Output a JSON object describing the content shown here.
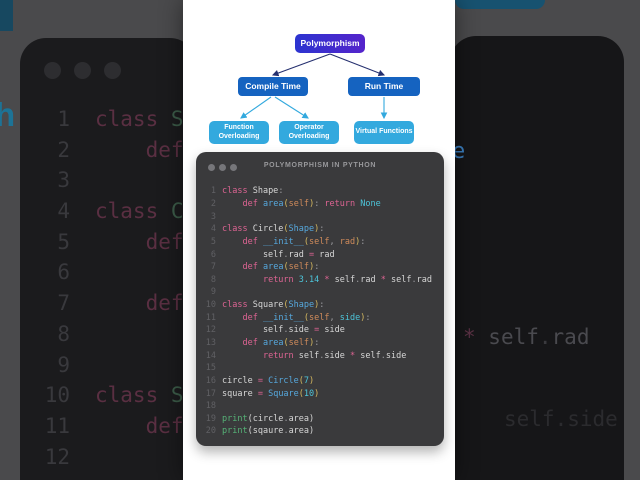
{
  "colors": {
    "kw": "#dd6493",
    "fn": "#56a8dd",
    "num": "#4dc4d9",
    "param": "#d08b5b",
    "paren": "#d5b85f",
    "plain": "#d6d6d6",
    "punct": "#9a9a9e",
    "builtin": "#56b377",
    "linenum": "#606064",
    "editor_bg": "#3a3a3c",
    "grad_a": "#2c34d0",
    "grad_b": "#5524cb",
    "box_blue": "#1563c0",
    "box_light": "#33a9de",
    "arrow_navy": "#25306f",
    "arrow_cyan": "#33a9de",
    "bgkw": "#5a2f42",
    "bgcls": "#3c5c49",
    "bgplain": "#3c3c40",
    "bgstar": "#5c3245",
    "bggray": "#4a4a4f",
    "bgdot": "#3a3a3e"
  },
  "diagram": {
    "root": "Polymorphism",
    "compile_time": "Compile Time",
    "run_time": "Run Time",
    "function_overloading": "Function Overloading",
    "operator_overloading": "Operator Overloading",
    "virtual_functions": "Virtual Functions"
  },
  "editor": {
    "title": "POLYMORPHISM IN PYTHON",
    "lines": [
      {
        "n": "1",
        "segs": [
          [
            "class",
            "kw"
          ],
          [
            " Shape",
            "plain"
          ],
          [
            ":",
            "punct"
          ]
        ]
      },
      {
        "n": "2",
        "segs": [
          [
            "    ",
            "plain"
          ],
          [
            "def",
            "kw"
          ],
          [
            " ",
            "plain"
          ],
          [
            "area",
            "fn"
          ],
          [
            "(",
            "paren"
          ],
          [
            "self",
            "param"
          ],
          [
            ")",
            "paren"
          ],
          [
            ":",
            "punct"
          ],
          [
            " ",
            "plain"
          ],
          [
            "return",
            "kw"
          ],
          [
            " ",
            "plain"
          ],
          [
            "None",
            "num"
          ]
        ]
      },
      {
        "n": "3",
        "segs": []
      },
      {
        "n": "4",
        "segs": [
          [
            "class",
            "kw"
          ],
          [
            " Circle",
            "plain"
          ],
          [
            "(",
            "paren"
          ],
          [
            "Shape",
            "fn"
          ],
          [
            ")",
            "paren"
          ],
          [
            ":",
            "punct"
          ]
        ]
      },
      {
        "n": "5",
        "segs": [
          [
            "    ",
            "plain"
          ],
          [
            "def",
            "kw"
          ],
          [
            " ",
            "plain"
          ],
          [
            "__init__",
            "fn"
          ],
          [
            "(",
            "paren"
          ],
          [
            "self",
            "param"
          ],
          [
            ",",
            "punct"
          ],
          [
            " ",
            "plain"
          ],
          [
            "rad",
            "param"
          ],
          [
            ")",
            "paren"
          ],
          [
            ":",
            "punct"
          ]
        ]
      },
      {
        "n": "6",
        "segs": [
          [
            "        self",
            "plain"
          ],
          [
            ".",
            "punct"
          ],
          [
            "rad",
            "plain"
          ],
          [
            " ",
            "plain"
          ],
          [
            "=",
            "kw"
          ],
          [
            " rad",
            "plain"
          ]
        ]
      },
      {
        "n": "7",
        "segs": [
          [
            "    ",
            "plain"
          ],
          [
            "def",
            "kw"
          ],
          [
            " ",
            "plain"
          ],
          [
            "area",
            "fn"
          ],
          [
            "(",
            "paren"
          ],
          [
            "self",
            "param"
          ],
          [
            ")",
            "paren"
          ],
          [
            ":",
            "punct"
          ]
        ]
      },
      {
        "n": "8",
        "segs": [
          [
            "        ",
            "plain"
          ],
          [
            "return",
            "kw"
          ],
          [
            " ",
            "plain"
          ],
          [
            "3.14",
            "num"
          ],
          [
            " ",
            "plain"
          ],
          [
            "*",
            "kw"
          ],
          [
            " self",
            "plain"
          ],
          [
            ".",
            "punct"
          ],
          [
            "rad",
            "plain"
          ],
          [
            " ",
            "plain"
          ],
          [
            "*",
            "kw"
          ],
          [
            " self",
            "plain"
          ],
          [
            ".",
            "punct"
          ],
          [
            "rad",
            "plain"
          ]
        ]
      },
      {
        "n": "9",
        "segs": []
      },
      {
        "n": "10",
        "segs": [
          [
            "class",
            "kw"
          ],
          [
            " Square",
            "plain"
          ],
          [
            "(",
            "paren"
          ],
          [
            "Shape",
            "fn"
          ],
          [
            ")",
            "paren"
          ],
          [
            ":",
            "punct"
          ]
        ]
      },
      {
        "n": "11",
        "segs": [
          [
            "    ",
            "plain"
          ],
          [
            "def",
            "kw"
          ],
          [
            " ",
            "plain"
          ],
          [
            "__init__",
            "fn"
          ],
          [
            "(",
            "paren"
          ],
          [
            "self",
            "param"
          ],
          [
            ",",
            "punct"
          ],
          [
            " ",
            "plain"
          ],
          [
            "side",
            "num"
          ],
          [
            ")",
            "paren"
          ],
          [
            ":",
            "punct"
          ]
        ]
      },
      {
        "n": "12",
        "segs": [
          [
            "        self",
            "plain"
          ],
          [
            ".",
            "punct"
          ],
          [
            "side",
            "plain"
          ],
          [
            " ",
            "plain"
          ],
          [
            "=",
            "kw"
          ],
          [
            " side",
            "plain"
          ]
        ]
      },
      {
        "n": "13",
        "segs": [
          [
            "    ",
            "plain"
          ],
          [
            "def",
            "kw"
          ],
          [
            " ",
            "plain"
          ],
          [
            "area",
            "fn"
          ],
          [
            "(",
            "paren"
          ],
          [
            "self",
            "param"
          ],
          [
            ")",
            "paren"
          ],
          [
            ":",
            "punct"
          ]
        ]
      },
      {
        "n": "14",
        "segs": [
          [
            "        ",
            "plain"
          ],
          [
            "return",
            "kw"
          ],
          [
            " self",
            "plain"
          ],
          [
            ".",
            "punct"
          ],
          [
            "side",
            "plain"
          ],
          [
            " ",
            "plain"
          ],
          [
            "*",
            "kw"
          ],
          [
            " self",
            "plain"
          ],
          [
            ".",
            "punct"
          ],
          [
            "side",
            "plain"
          ]
        ]
      },
      {
        "n": "15",
        "segs": []
      },
      {
        "n": "16",
        "segs": [
          [
            "circle ",
            "plain"
          ],
          [
            "=",
            "kw"
          ],
          [
            " ",
            "plain"
          ],
          [
            "Circle",
            "fn"
          ],
          [
            "(",
            "paren"
          ],
          [
            "7",
            "num"
          ],
          [
            ")",
            "paren"
          ]
        ]
      },
      {
        "n": "17",
        "segs": [
          [
            "square ",
            "plain"
          ],
          [
            "=",
            "kw"
          ],
          [
            " ",
            "plain"
          ],
          [
            "Square",
            "fn"
          ],
          [
            "(",
            "paren"
          ],
          [
            "10",
            "num"
          ],
          [
            ")",
            "paren"
          ]
        ]
      },
      {
        "n": "18",
        "segs": []
      },
      {
        "n": "19",
        "segs": [
          [
            "print",
            "builtin"
          ],
          [
            "(",
            "plain"
          ],
          [
            "circle",
            "plain"
          ],
          [
            ".",
            "punct"
          ],
          [
            "area",
            "plain"
          ],
          [
            ")",
            "plain"
          ]
        ]
      },
      {
        "n": "20",
        "segs": [
          [
            "print",
            "builtin"
          ],
          [
            "(",
            "plain"
          ],
          [
            "sqaure",
            "plain"
          ],
          [
            ".",
            "punct"
          ],
          [
            "area",
            "plain"
          ],
          [
            ")",
            "plain"
          ]
        ]
      }
    ]
  },
  "background": {
    "left_lines": [
      {
        "n": "1",
        "segs": [
          [
            "class ",
            "bgkw"
          ],
          [
            "Sh",
            "bgcls"
          ]
        ]
      },
      {
        "n": "2",
        "segs": [
          [
            "    ",
            "bgplain"
          ],
          [
            "def",
            "bgkw"
          ]
        ]
      },
      {
        "n": "3",
        "segs": []
      },
      {
        "n": "4",
        "segs": [
          [
            "class ",
            "bgkw"
          ],
          [
            "Ci",
            "bgcls"
          ]
        ]
      },
      {
        "n": "5",
        "segs": [
          [
            "    ",
            "bgplain"
          ],
          [
            "def",
            "bgkw"
          ]
        ]
      },
      {
        "n": "6",
        "segs": []
      },
      {
        "n": "7",
        "segs": [
          [
            "    ",
            "bgplain"
          ],
          [
            "def",
            "bgkw"
          ]
        ]
      },
      {
        "n": "8",
        "segs": []
      },
      {
        "n": "9",
        "segs": []
      },
      {
        "n": "10",
        "segs": [
          [
            "class ",
            "bgkw"
          ],
          [
            "Sc",
            "bgcls"
          ]
        ]
      },
      {
        "n": "11",
        "segs": [
          [
            "    ",
            "bgplain"
          ],
          [
            "def",
            "bgkw"
          ]
        ]
      },
      {
        "n": "12",
        "segs": []
      }
    ],
    "frag_e": "e",
    "frag_rad": [
      [
        "* ",
        "bgstar"
      ],
      [
        "self",
        "bggray"
      ],
      [
        ".",
        "bgdot"
      ],
      [
        "rad",
        "bggray"
      ]
    ],
    "frag_side": "self.side",
    "left_glyph": "h"
  }
}
